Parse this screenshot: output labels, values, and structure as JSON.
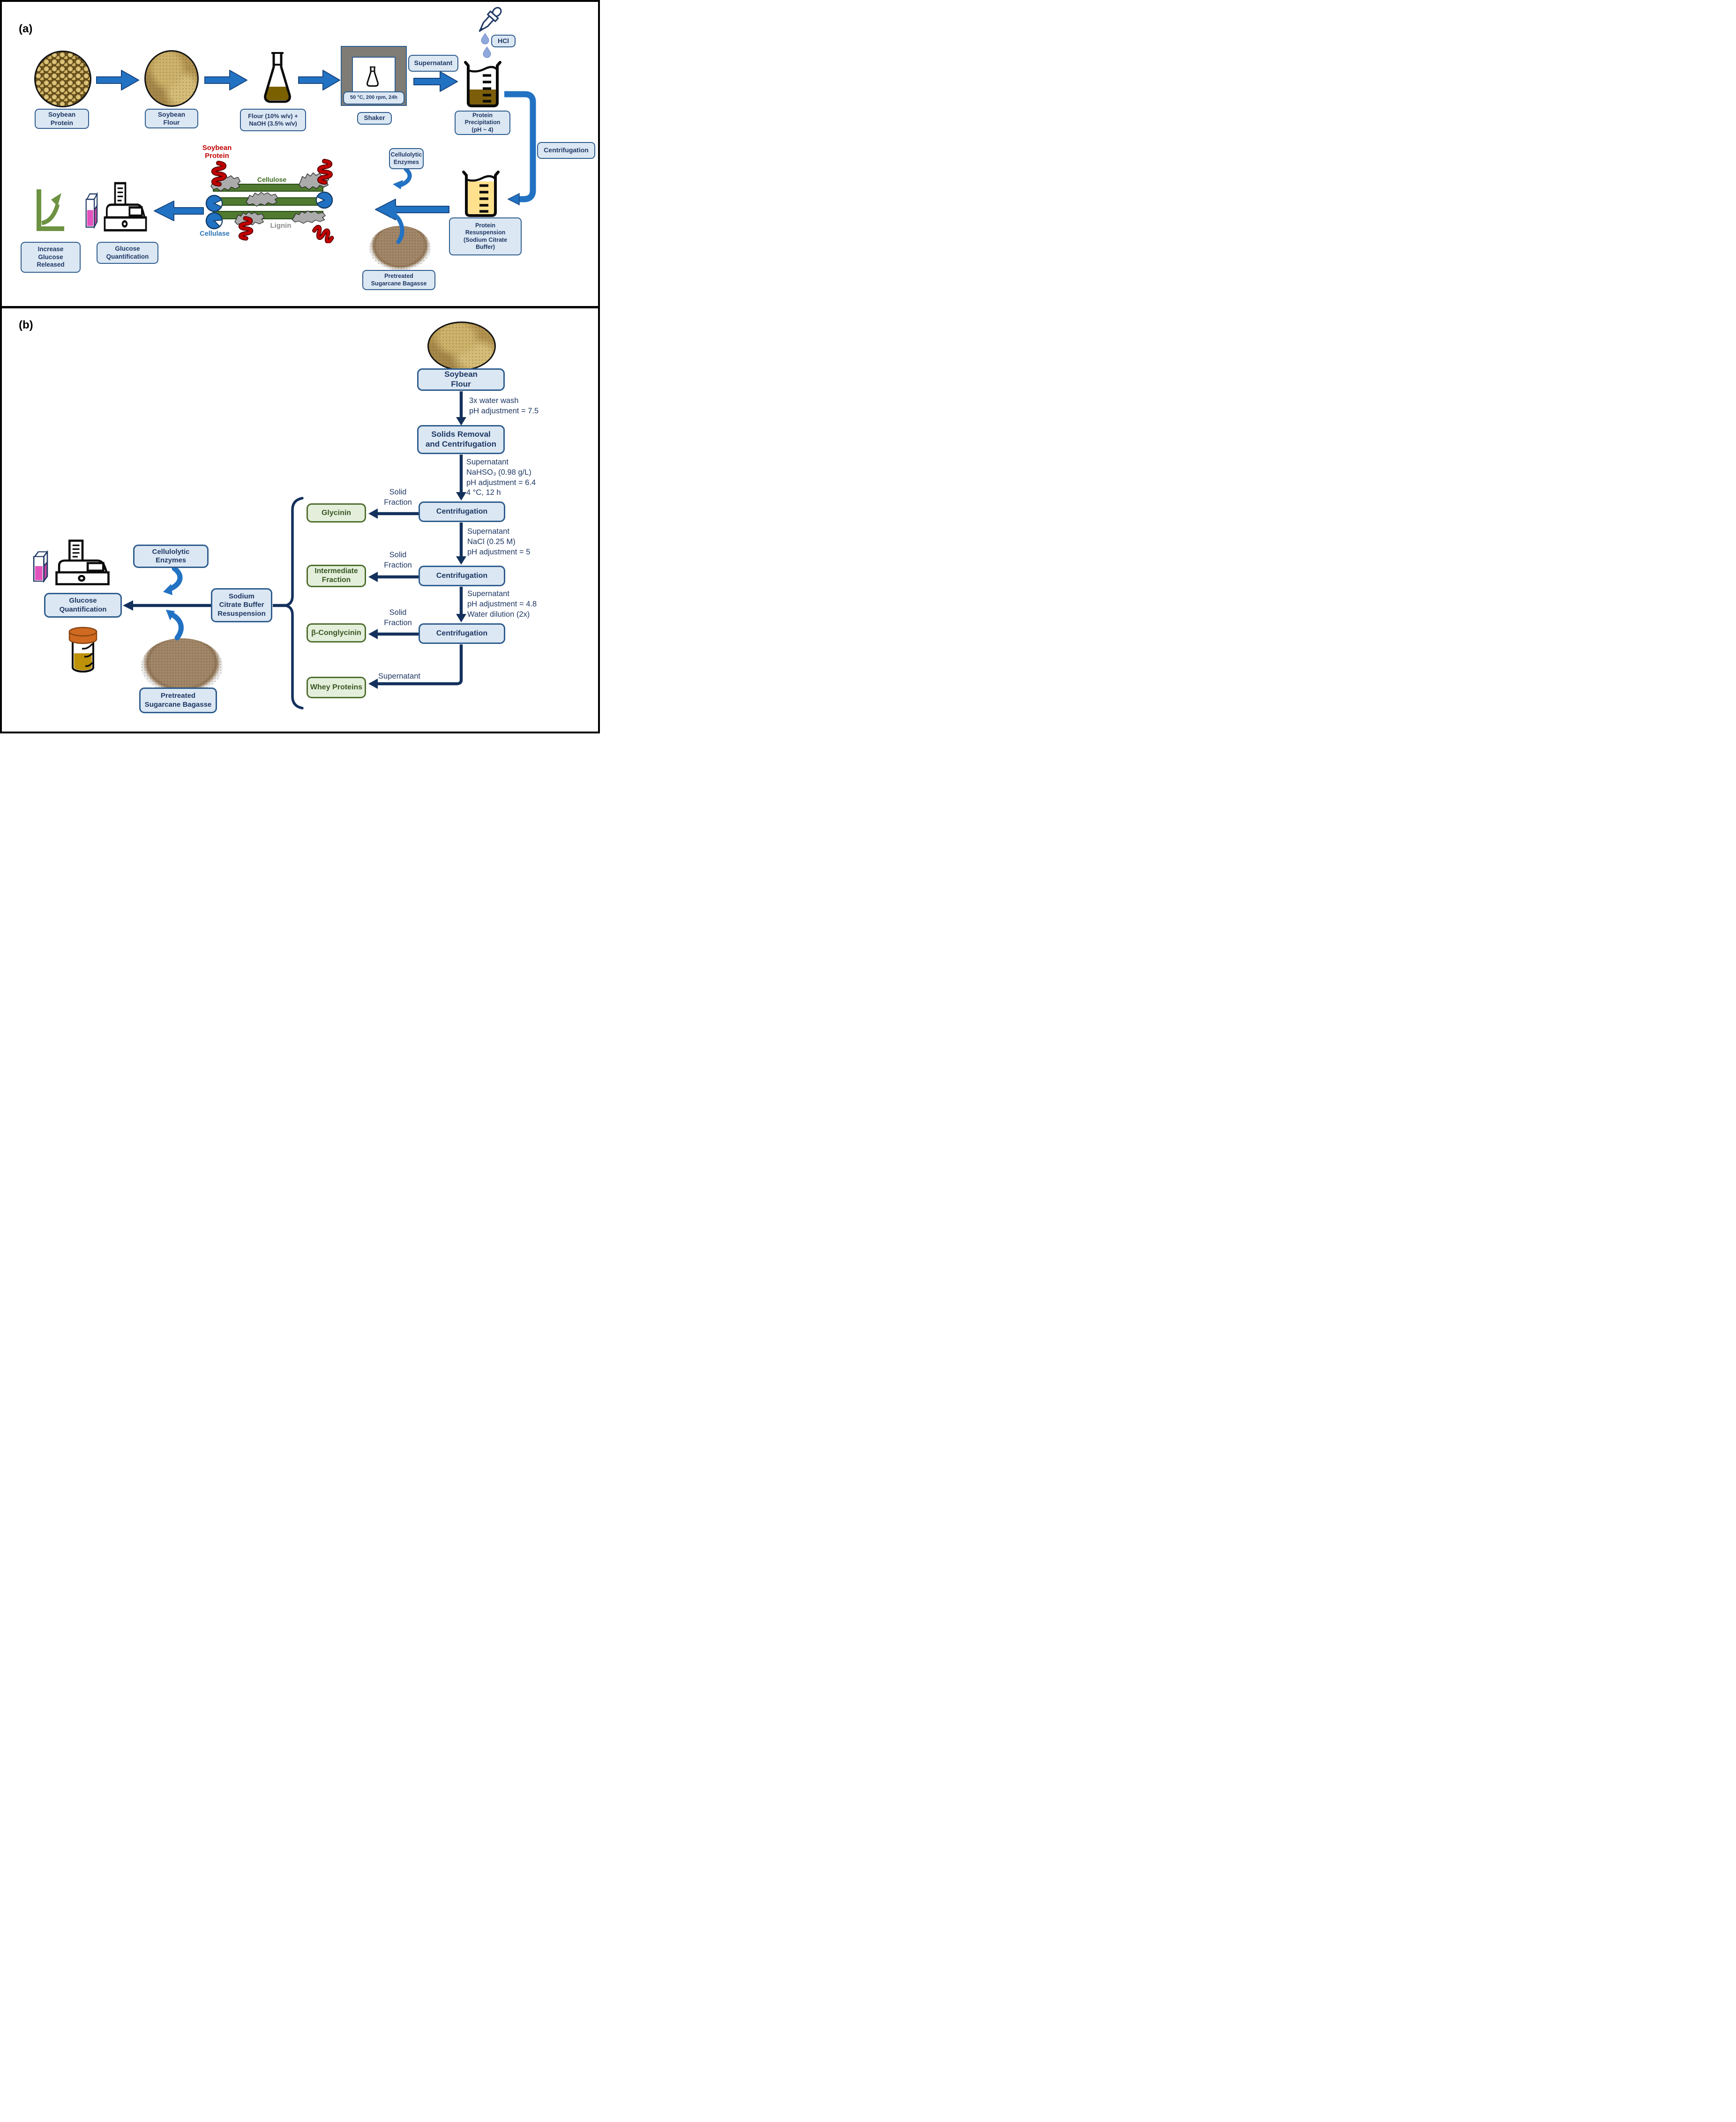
{
  "colors": {
    "box_fill": "#dbe7f3",
    "box_border": "#2f5d8e",
    "box_text": "#1f3864",
    "green_box_fill": "#e4efdb",
    "green_box_border": "#4f6e2f",
    "green_box_text": "#385723",
    "block_arrow_blue": "#2272c3",
    "flow_arrow_navy": "#14315c",
    "protein_red": "#c00000",
    "cellulase_blue": "#2e75b6",
    "cellulose_bar_green": "#4f7a30",
    "lignin_gray": "#ababab",
    "beaker_brown": "#7c5e0a",
    "resuspension_yellow": "#ffe18d",
    "cuvette_pink": "#e353bd",
    "jar_cap_orange": "#cf6a20",
    "jar_liquid_gold": "#bd9208"
  },
  "panel_a": {
    "tag": "(a)",
    "labels": {
      "soybean_protein": [
        "Soybean",
        "Protein"
      ],
      "soybean_flour": [
        "Soybean",
        "Flour"
      ],
      "flour_naoh": [
        "Flour (10% w/v) +",
        "NaOH (3.5% w/v)"
      ],
      "shaker_condition": "50 °C, 200 rpm, 24h",
      "shaker": "Shaker",
      "supernatant": "Supernatant",
      "hcl": "HCl",
      "protein_precipitation": [
        "Protein",
        "Precipitation",
        "(pH ~ 4)"
      ],
      "centrifugation": "Centrifugation",
      "protein_resuspension": [
        "Protein",
        "Resuspension",
        "(Sodium Citrate",
        "Buffer)"
      ],
      "cellulolytic_enzymes": [
        "Cellulolytic",
        "Enzymes"
      ],
      "pretreated_bagasse": [
        "Pretreated",
        "Sugarcane Bagasse"
      ],
      "increase_glucose": [
        "Increase",
        "Glucose",
        "Released"
      ],
      "glucose_quantification": [
        "Glucose",
        "Quantification"
      ]
    },
    "diagram": {
      "soybean_protein": [
        "Soybean",
        "Protein"
      ],
      "cellulose": "Cellulose",
      "lignin": "Lignin",
      "cellulase": "Cellulase"
    }
  },
  "panel_b": {
    "tag": "(b)",
    "soybean_flour": [
      "Soybean",
      "Flour"
    ],
    "step1": [
      "3x water wash",
      "pH adjustment = 7.5"
    ],
    "solids_removal": [
      "Solids Removal",
      "and Centrifugation"
    ],
    "step2": [
      "Supernatant",
      "NaHSO₃ (0.98 g/L)",
      "pH adjustment = 6.4",
      "4 °C, 12 h"
    ],
    "centrifugation": "Centrifugation",
    "solid_fraction": [
      "Solid",
      "Fraction"
    ],
    "glycinin": "Glycinin",
    "step3": [
      "Supernatant",
      "NaCl (0.25 M)",
      "pH adjustment = 5"
    ],
    "intermediate_fraction": [
      "Intermediate",
      "Fraction"
    ],
    "step4": [
      "Supernatant",
      "pH adjustment = 4.8",
      "Water dilution (2x)"
    ],
    "beta_conglycinin": "β-Conglycinin",
    "supernatant": "Supernatant",
    "whey_proteins": "Whey Proteins",
    "sodium_citrate": [
      "Sodium",
      "Citrate Buffer",
      "Resuspension"
    ],
    "cellulolytic_enzymes": [
      "Cellulolytic",
      "Enzymes"
    ],
    "glucose_quantification": [
      "Glucose",
      "Quantification"
    ],
    "pretreated_bagasse": [
      "Pretreated",
      "Sugarcane Bagasse"
    ]
  }
}
